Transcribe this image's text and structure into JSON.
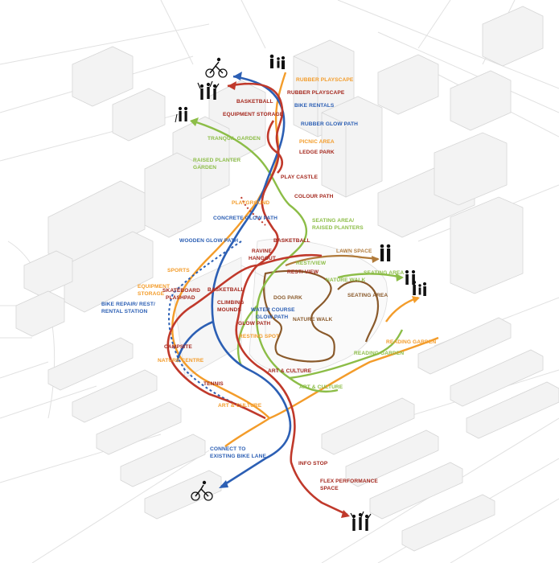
{
  "colors": {
    "red": "#c0392b",
    "darkred": "#a4271d",
    "orange": "#f39c2a",
    "blue": "#2c5fb4",
    "green": "#8cbd47",
    "brown": "#8a5a2b",
    "building": "#f1f1f1",
    "buildingEdge": "#d4d4d4"
  },
  "labels": {
    "rubber_playscape_1": "RUBBER PLAYSCAPE",
    "rubber_playscape_2": "RUBBER PLAYSCAPE",
    "basketball_top": "BASKETBALL",
    "bike_rentals": "BIKE RENTALS",
    "equipment_storage_top": "EQUIPMENT STORAGE",
    "rubber_glow_path": "RUBBER GLOW PATH",
    "tranquil_garden": "TRANQUIL GARDEN",
    "picnic_area": "PICNIC AREA",
    "ledge_park": "LEDGE PARK",
    "raised_planter_garden_1": "RAISED PLANTER",
    "raised_planter_garden_2": "GARDEN",
    "play_castle": "PLAY CASTLE",
    "colour_path": "COLOUR PATH",
    "playground": "PLAYGROUND",
    "concrete_glow_path": "CONCRETE GLOW PATH",
    "seating_raised_1": "SEATING AREA/",
    "seating_raised_2": "RAISED PLANTERS",
    "wooden_glow_path": "WOODEN GLOW PATH",
    "basketball_mid": "BASKETBALL",
    "lawn_space": "LAWN SPACE",
    "ravine_hangout_1": "RAVINE",
    "ravine_hangout_2": "HANGOUT",
    "rest_view_1": "REST/VIEW",
    "rest_view_2": "REST/ VIEW",
    "sports": "SPORTS",
    "seating_area_1": "SEATING AREA",
    "nature_walk_1": "NATURE WALK",
    "equipment_storage_left_1": "EQUIPMENT",
    "equipment_storage_left_2": "STORAGE",
    "skateboard_1": "SKATEBOARD",
    "skateboard_2": "PLASHPAD",
    "basketball_low": "BASKETBALL",
    "seating_area_2": "SEATING AREA",
    "bike_repair_1": "BIKE REPAIR/ REST/",
    "bike_repair_2": "RENTAL STATION",
    "climbing_1": "CLIMBING",
    "climbing_2": "MOUNDS",
    "dog_park": "DOG PARK",
    "water_course_1": "WATER COURSE",
    "water_course_2": "GLOW PATH",
    "glow_path": "GLOW PATH",
    "nature_walk_2": "NATURE WALK",
    "resting_spot": "RESTING SPOT",
    "reading_garden_right": "READING GARDEN",
    "reading_garden_mid": "READING GARDEN",
    "campsite": "CAMPSITE",
    "nature_centre": "NATURE CENTRE",
    "art_culture_1": "ART & CULTURE",
    "art_culture_2": "ART & CULTURE",
    "tennis": "TENNIS",
    "art_culture_3": "ART & CULTURE",
    "connect_1": "CONNECT TO",
    "connect_2": "EXISTING BIKE LANE",
    "info_stop": "INFO STOP",
    "flex_1": "FLEX PERFORMANCE",
    "flex_2": "SPACE"
  }
}
